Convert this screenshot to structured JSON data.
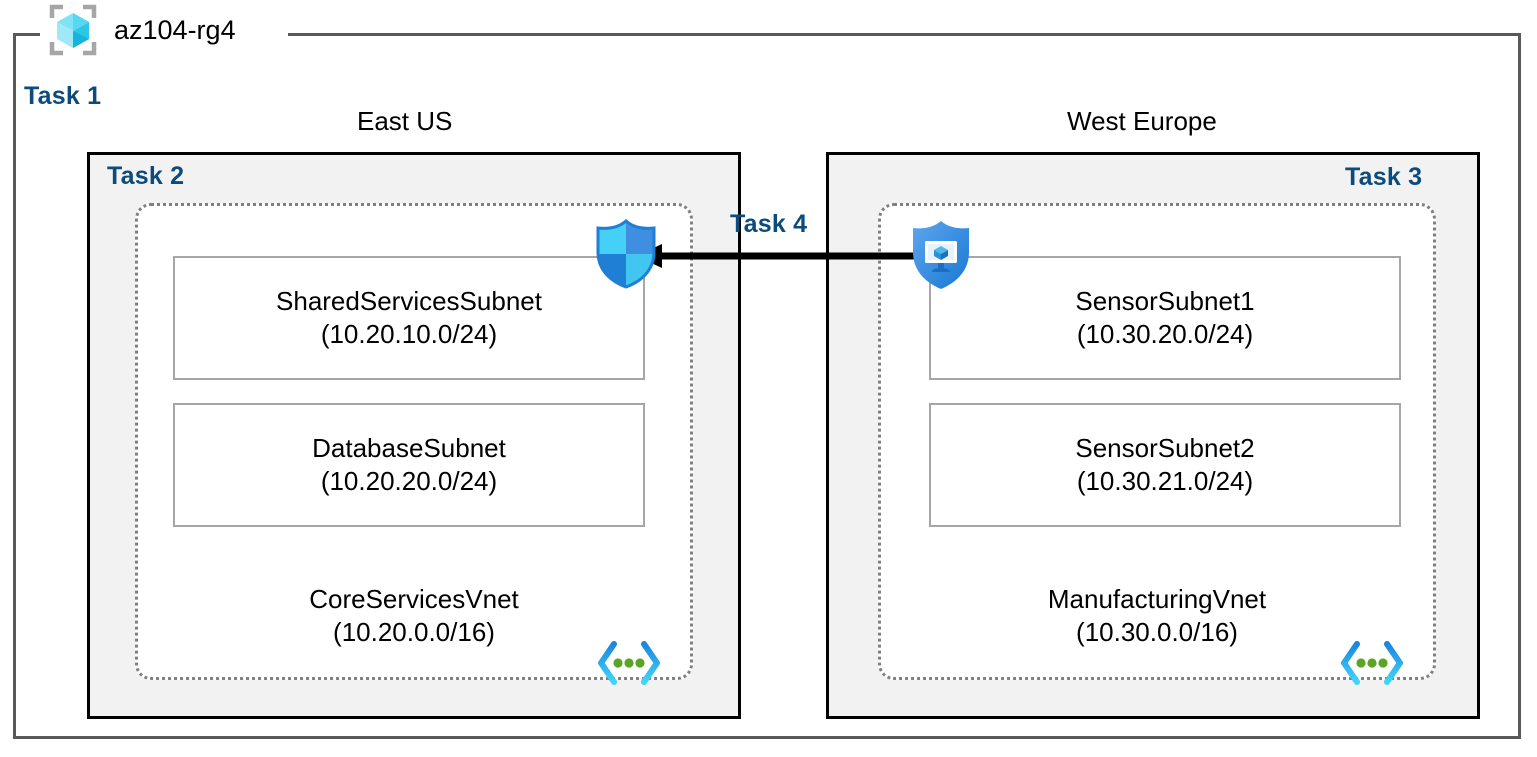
{
  "diagram": {
    "resource_group": {
      "title": "az104-rg4",
      "icon": "resource-group-cube-icon",
      "border_color": "#595959"
    },
    "task_labels": {
      "task1": "Task 1",
      "task2": "Task 2",
      "task3": "Task 3",
      "task4": "Task 4",
      "color": "#0d4b7d"
    },
    "regions": [
      {
        "id": "east-us",
        "caption": "East US",
        "task": "Task 2",
        "fill": "#f2f2f2",
        "border": "#000000",
        "vnet": {
          "name": "CoreServicesVnet",
          "cidr": "(10.20.0.0/16)",
          "icon": "virtual-network-icon",
          "subnets": [
            {
              "name": "SharedServicesSubnet",
              "cidr": "(10.20.10.0/24)"
            },
            {
              "name": "DatabaseSubnet",
              "cidr": "(10.20.20.0/24)"
            }
          ]
        },
        "service_icon": {
          "name": "azure-firewall-shield-icon",
          "color": "#1f8fe8"
        }
      },
      {
        "id": "west-europe",
        "caption": "West Europe",
        "task": "Task 3",
        "fill": "#f2f2f2",
        "border": "#000000",
        "vnet": {
          "name": "ManufacturingVnet",
          "cidr": "(10.30.0.0/16)",
          "icon": "virtual-network-icon",
          "subnets": [
            {
              "name": "SensorSubnet1",
              "cidr": "(10.30.20.0/24)"
            },
            {
              "name": "SensorSubnet2",
              "cidr": "(10.30.21.0/24)"
            }
          ]
        },
        "service_icon": {
          "name": "azure-bastion-shield-icon",
          "color": "#1f8fe8"
        }
      }
    ],
    "connection": {
      "label": "Task 4",
      "name": "vnet-peering-arrow",
      "direction": "right-to-left",
      "color": "#000000"
    }
  }
}
